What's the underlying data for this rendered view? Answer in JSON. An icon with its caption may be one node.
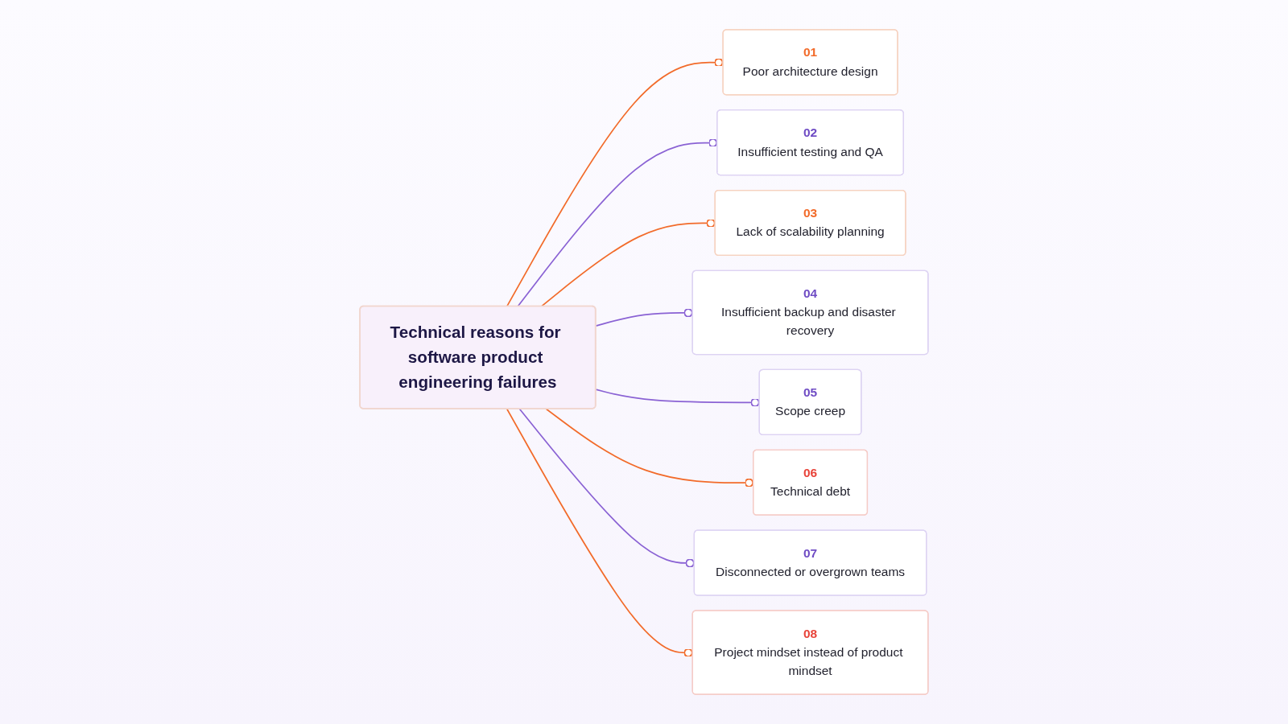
{
  "diagram": {
    "nodes": [
      {
        "text": [
          "Technical reasons for software product engineering failures"
        ]
      },
      {
        "text": [
          "01",
          "Poor architecture design"
        ]
      },
      {
        "text": [
          "02",
          "Insufficient testing and QA"
        ]
      },
      {
        "text": [
          "03",
          "Lack of scalability planning"
        ]
      },
      {
        "text": [
          "04",
          "Insufficient backup and disaster recovery"
        ]
      },
      {
        "text": [
          "05",
          "Scope creep"
        ]
      },
      {
        "text": [
          "06",
          "Technical debt"
        ]
      },
      {
        "text": [
          "07",
          "Disconnected or overgrown teams"
        ]
      },
      {
        "text": [
          "08",
          "Project mindset instead of product mindset"
        ]
      }
    ],
    "edges": [
      {
        "from": 0,
        "to": 1,
        "arrow": "other",
        "color": "#f26b2a"
      },
      {
        "from": 0,
        "to": 2,
        "arrow": "other",
        "color": "#8a62d4"
      },
      {
        "from": 0,
        "to": 3,
        "arrow": "other",
        "color": "#f26b2a"
      },
      {
        "from": 0,
        "to": 4,
        "arrow": "other",
        "color": "#8a62d4"
      },
      {
        "from": 0,
        "to": 5,
        "arrow": "other",
        "color": "#8a62d4"
      },
      {
        "from": 0,
        "to": 6,
        "arrow": "other",
        "color": "#f26b2a"
      },
      {
        "from": 0,
        "to": 7,
        "arrow": "other",
        "color": "#8a62d4"
      },
      {
        "from": 0,
        "to": 8,
        "arrow": "other",
        "color": "#f26b2a"
      }
    ]
  }
}
